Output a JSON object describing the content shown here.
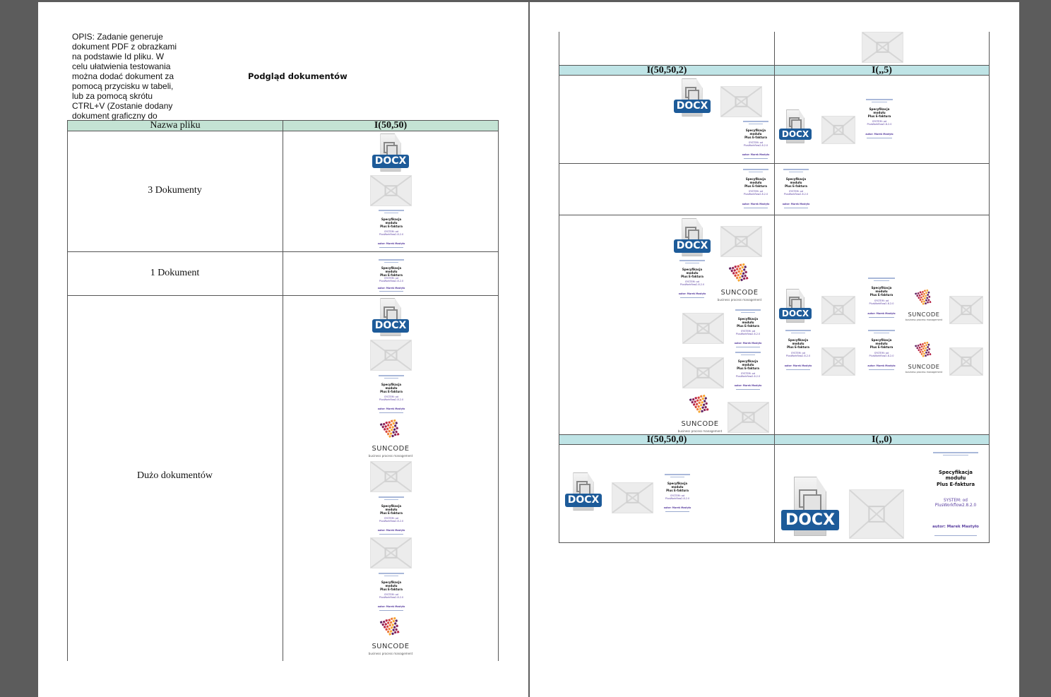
{
  "page1": {
    "description": "OPIS: Zadanie generuje dokument PDF z obrazkami na podstawie Id pliku. W celu ułatwienia testowania można dodać dokument za pomocą przycisku w tabeli, lub za pomocą skrótu CTRL+V (Zostanie dodany dokument graficzny do archiwum)",
    "preview_title": "Podgląd dokumentów",
    "table": {
      "headers": [
        "Nazwa pliku",
        "I(50,50)"
      ],
      "rows": [
        "3 Dokumenty",
        "1 Dokument",
        "Dużo dokumentów"
      ]
    }
  },
  "page2": {
    "headers": [
      "I(50,50,2)",
      "I(,,5)",
      "I(50,50,0)",
      "I(,,0)"
    ]
  },
  "thumbs": {
    "docx_label": "DOCX",
    "spec_title_lines": [
      "Specyfikacja",
      "modułu",
      "Plus E-faktura"
    ],
    "spec_system_lines": [
      "SYSTEM: od",
      "PlusWorkflow2.8.2.0"
    ],
    "spec_author": "autor: Marek Mastyło",
    "suncode_name": "SUNCODE",
    "suncode_tagline": "business process management"
  },
  "colors": {
    "viewer_background": "#5c5c5c",
    "header_green": "#c4e3d4",
    "header_cyan": "#bfe4e6",
    "docx_blue": "#1d5b99",
    "spec_purple": "#5a3fa0"
  }
}
